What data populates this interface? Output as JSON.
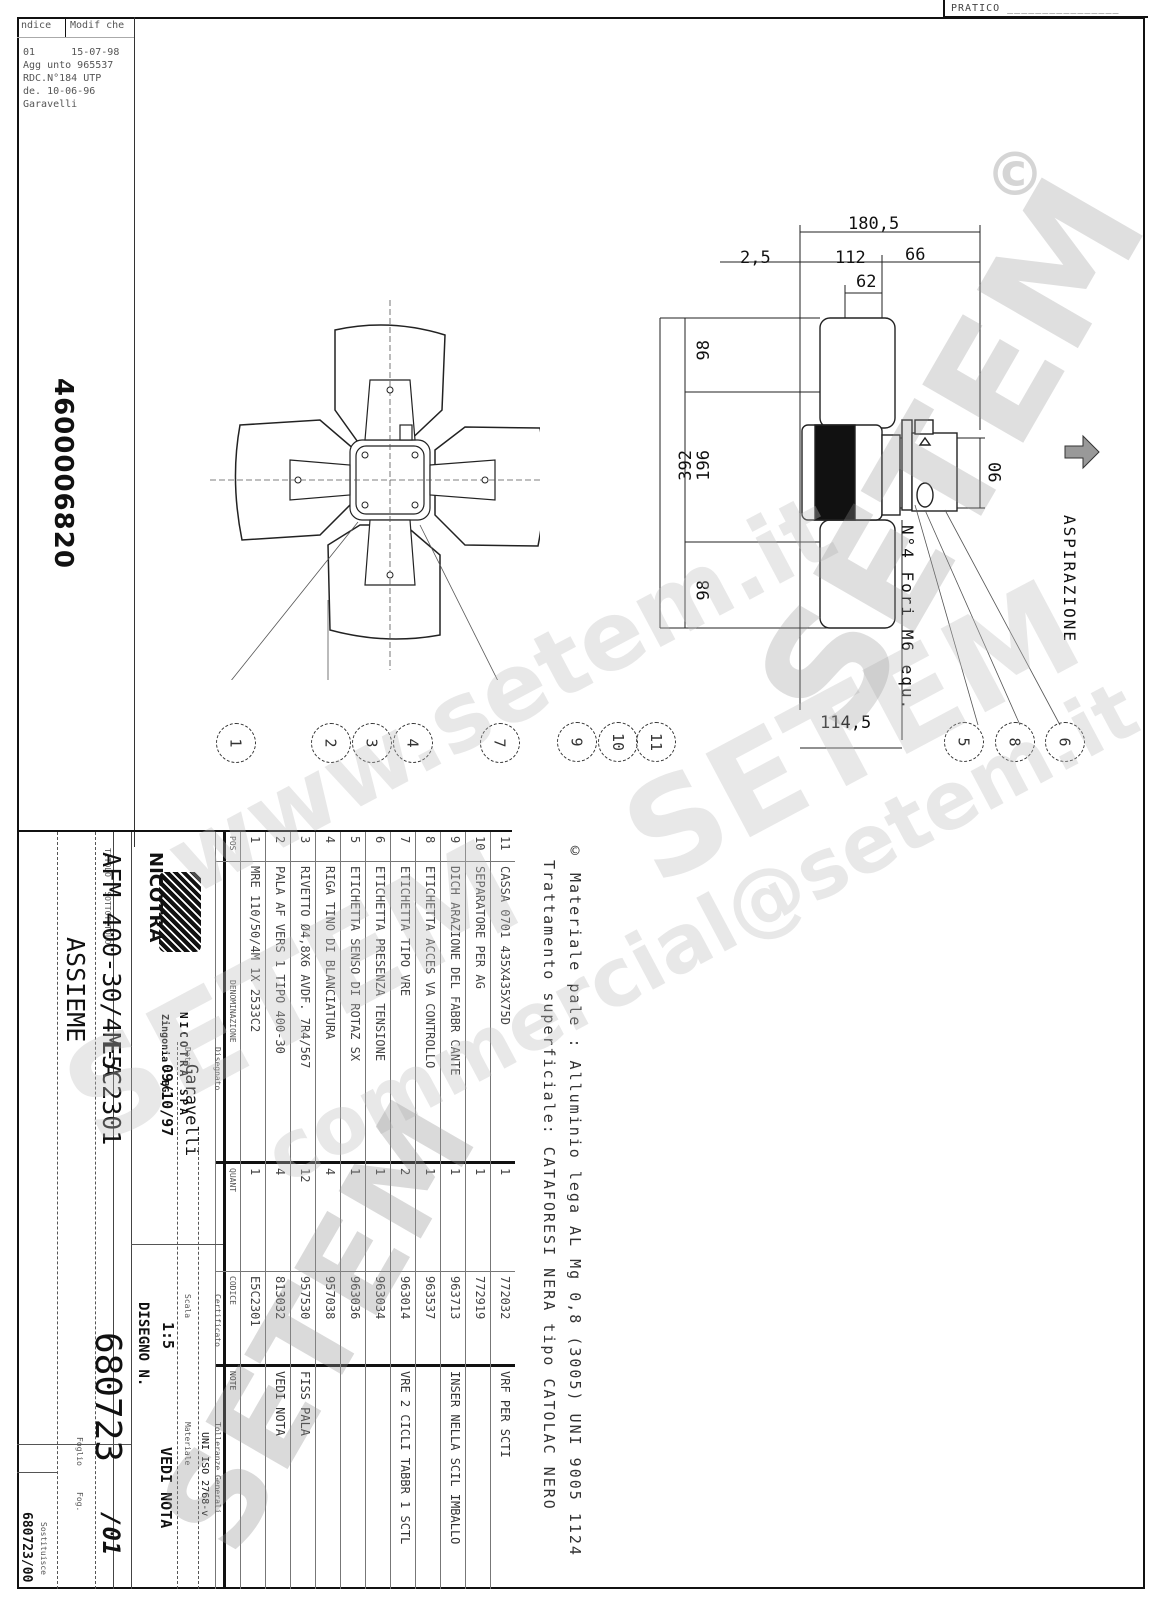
{
  "header": {
    "pratico_label": "PRATICO ________________"
  },
  "revision_box": {
    "col_index": "ndice",
    "col_changes": "Modif che",
    "index_value": "01",
    "date": "15-07-98",
    "lines": [
      "Agg unto 965537",
      "RDC.N°184   UTP",
      "de. 10-06-96",
      "Garavelli"
    ]
  },
  "part_number": "4600006820",
  "front_view": {
    "balloons": [
      "1",
      "2",
      "3",
      "4",
      "7"
    ]
  },
  "side_view": {
    "dimensions": {
      "overall_depth": "180,5",
      "offset": "2,5",
      "hub": "112",
      "motor": "66",
      "inner": "62",
      "blade_top": "98",
      "hub_dia": "196",
      "total_dia": "392",
      "blade_bottom": "98",
      "box_height": "90",
      "bottom": "114,5"
    },
    "mount_note": "N°4 Fori M6 equ.",
    "airflow_label": "ASPIRAZIONE",
    "balloons_left": [
      "9",
      "10",
      "11"
    ],
    "balloons_right": [
      "5",
      "8",
      "6"
    ]
  },
  "notes": {
    "material": "© Materiale pale : Alluminio lega AL Mg 0,8 (3005) UNI 9005 1124",
    "treatment": "Trattamento superficiale: CATAFORESI NERA tipo CATOLAC NERO"
  },
  "bom": {
    "headers": {
      "pos": "POS",
      "desc": "DENOMINAZIONE",
      "qty": "QUANT",
      "code": "CODICE",
      "note": "NOTE"
    },
    "rows": [
      {
        "pos": "11",
        "desc": "CASSA 0701  435X435X75D",
        "qty": "1",
        "code": "772032",
        "note": "VRF PER SCTI"
      },
      {
        "pos": "10",
        "desc": "SEPARATORE PER AG",
        "qty": "1",
        "code": "772919",
        "note": ""
      },
      {
        "pos": "9",
        "desc": "DICH ARAZIONE DEL FABBR CANTE",
        "qty": "1",
        "code": "963713",
        "note": "INSER NELLA SCIL IMBALLO"
      },
      {
        "pos": "8",
        "desc": "ETICHETTA ACCES VA CONTROLLO",
        "qty": "1",
        "code": "963537",
        "note": ""
      },
      {
        "pos": "7",
        "desc": "ETICHETTA TIPO VRE",
        "qty": "2",
        "code": "963014",
        "note": "VRE 2 CICLI TABBR 1 SCTL"
      },
      {
        "pos": "6",
        "desc": "ETICHETTA PRESENZA TENSIONE",
        "qty": "1",
        "code": "963034",
        "note": ""
      },
      {
        "pos": "5",
        "desc": "ETICHETTA SENSO DI ROTAZ SX",
        "qty": "1",
        "code": "963036",
        "note": ""
      },
      {
        "pos": "4",
        "desc": "RIGA TINO DI BLANCIATURA",
        "qty": "4",
        "code": "957038",
        "note": ""
      },
      {
        "pos": "3",
        "desc": "RIVETTO Ø4,8X6 AVDF. 7R4/567",
        "qty": "12",
        "code": "957530",
        "note": "FISS PALA"
      },
      {
        "pos": "2",
        "desc": "PALA AF VERS 1 TIPO 400-30",
        "qty": "4",
        "code": "813032",
        "note": "VEDI NOTA"
      },
      {
        "pos": "1",
        "desc": "MRE 110/50/4M 1X 2533C2",
        "qty": "1",
        "code": "E5C2301",
        "note": ""
      }
    ]
  },
  "title_block": {
    "company": "NICOTRA SPA",
    "location": "Zingonia - BG",
    "logo_text": "NICOTRA",
    "title_label": "TITOLO - SOTTOTITOLO",
    "model": "AFM 400-30/4M-A",
    "subtitle": "ASSIEME",
    "model_code": "E5C2301",
    "designer_label": "Disegnato",
    "designer": "Garavelli",
    "date_label": "Data",
    "date": "09/10/97",
    "certification_label": "Certificato",
    "scale_label": "Scala",
    "scale": "1:5",
    "tolerance_label": "Tolleranze Generali",
    "tolerance": "UNI ISO 2768-v",
    "material_label": "Materiale",
    "material": "VEDI NOTA",
    "drawing_label": "DISEGNO N.",
    "drawing_number": "680723",
    "sheet_suffix": "/01",
    "sheet_label": "Foglio",
    "sheets_label": "Fog.",
    "replaces_label": "Sostituisce",
    "replaces": "680723/00"
  },
  "watermark": {
    "url": "www.setem.it",
    "brand": "SETEM",
    "email": "commercial@setem.it",
    "copyright": "©"
  }
}
